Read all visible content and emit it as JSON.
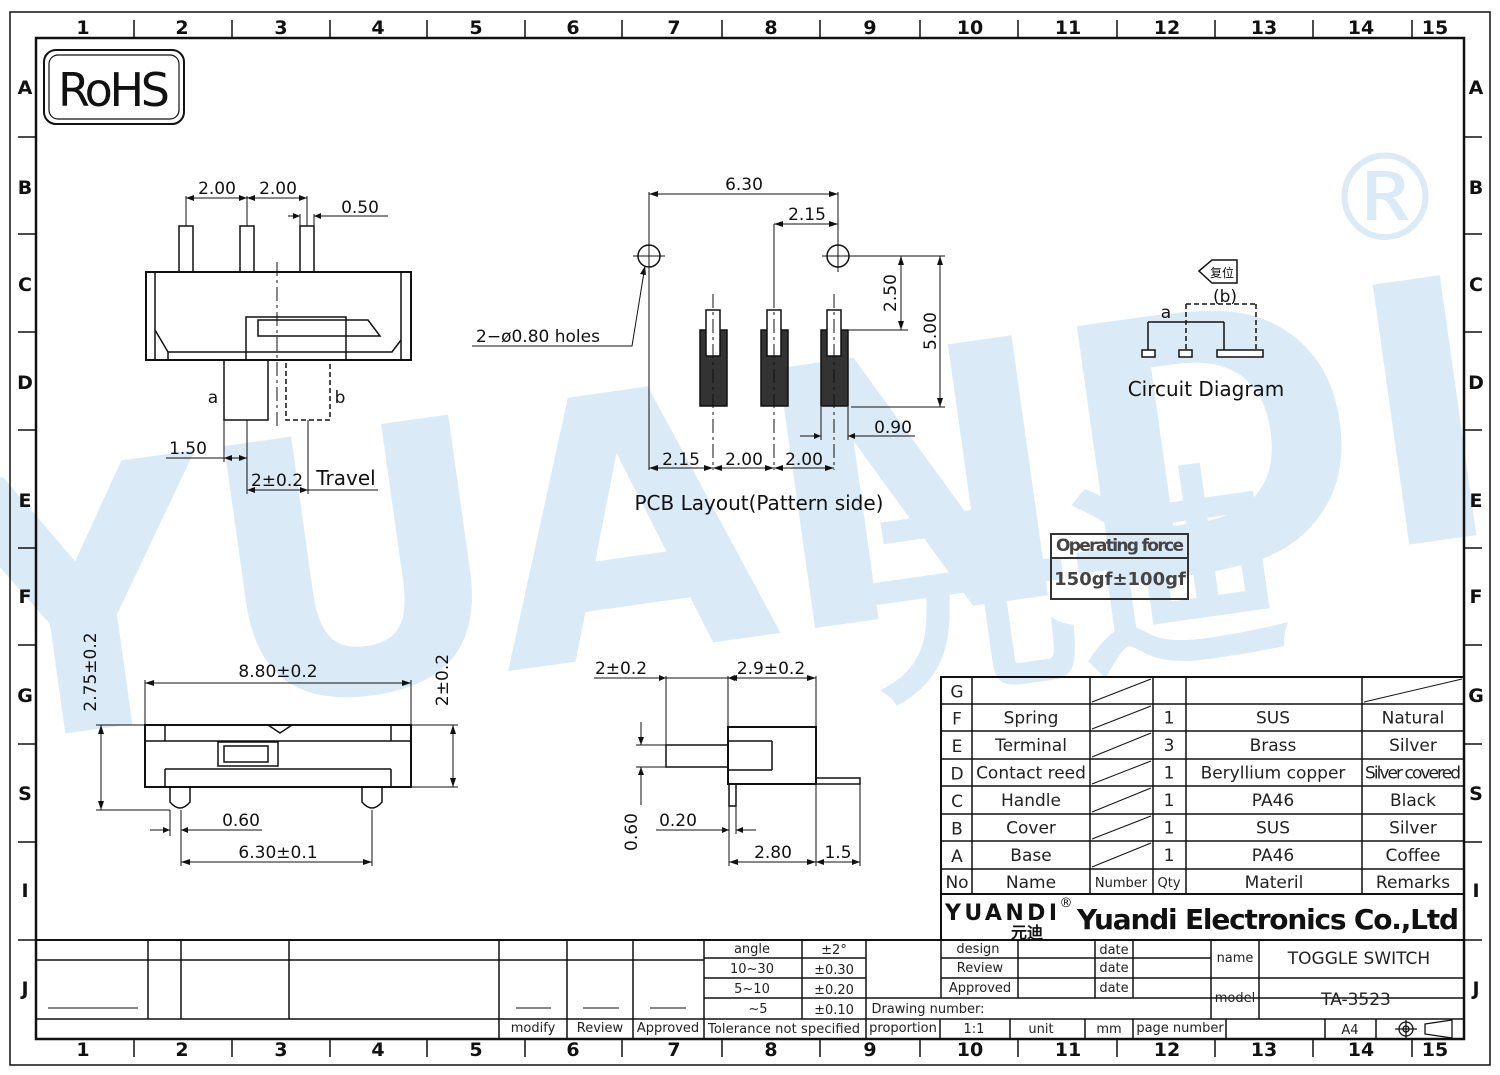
{
  "logo": {
    "rohs": "RoHS",
    "brand": "YUANDI",
    "brand_cn": "元迪",
    "registered": "®"
  },
  "watermark": {
    "text": "YUANDI",
    "text_cn": "元迪"
  },
  "frame": {
    "col_labels": [
      "1",
      "2",
      "3",
      "4",
      "5",
      "6",
      "7",
      "8",
      "9",
      "10",
      "11",
      "12",
      "13",
      "14",
      "15"
    ],
    "row_labels": [
      "A",
      "B",
      "C",
      "D",
      "E",
      "F",
      "G",
      "S",
      "I",
      "J"
    ]
  },
  "top_view": {
    "dim_pitch_1": "2.00",
    "dim_pitch_2": "2.00",
    "dim_pin_w": "0.50",
    "pos_a": "a",
    "pos_b": "b",
    "dim_offset": "1.50",
    "dim_travel": "2±0.2",
    "travel_label": "Travel"
  },
  "pcb": {
    "dim_total": "6.30",
    "dim_hole_off": "2.15",
    "dim_v1": "2.50",
    "dim_v2": "5.00",
    "holes_label": "2−ø0.80  holes",
    "dim_pad_w": "0.90",
    "dim_b1": "2.15",
    "dim_b2": "2.00",
    "dim_b3": "2.00",
    "title": "PCB  Layout(Pattern  side)"
  },
  "circuit": {
    "reset_cn": "复位",
    "pos_b": "(b)",
    "pos_a": "a",
    "title": "Circuit  Diagram"
  },
  "force": {
    "label": "Operating force",
    "value": "150gf±100gf"
  },
  "front_view": {
    "dim_height": "2.75±0.2",
    "dim_width": "8.80±0.2",
    "dim_side": "2±0.2",
    "dim_leg": "0.60",
    "dim_pitch": "6.30±0.1"
  },
  "side_view": {
    "dim_a": "2±0.2",
    "dim_b": "2.9±0.2",
    "dim_v": "0.60",
    "dim_t": "0.20",
    "dim_c": "2.80",
    "dim_d": "1.5"
  },
  "bom": {
    "rows": [
      {
        "no": "G",
        "name": "",
        "number": "",
        "qty": "",
        "material": "",
        "remarks": ""
      },
      {
        "no": "F",
        "name": "Spring",
        "number": "",
        "qty": "1",
        "material": "SUS",
        "remarks": "Natural"
      },
      {
        "no": "E",
        "name": "Terminal",
        "number": "",
        "qty": "3",
        "material": "Brass",
        "remarks": "Silver"
      },
      {
        "no": "D",
        "name": "Contact reed",
        "number": "",
        "qty": "1",
        "material": "Beryllium copper",
        "remarks": "Silver covered"
      },
      {
        "no": "C",
        "name": "Handle",
        "number": "",
        "qty": "1",
        "material": "PA46",
        "remarks": "Black"
      },
      {
        "no": "B",
        "name": "Cover",
        "number": "",
        "qty": "1",
        "material": "SUS",
        "remarks": "Silver"
      },
      {
        "no": "A",
        "name": "Base",
        "number": "",
        "qty": "1",
        "material": "PA46",
        "remarks": "Coffee"
      }
    ],
    "headers": {
      "no": "No",
      "name": "Name",
      "number": "Number",
      "qty": "Qty",
      "material": "Materil",
      "remarks": "Remarks"
    }
  },
  "company": {
    "name": "Yuandi Electronics Co.,Ltd"
  },
  "title_block": {
    "design": "design",
    "review": "Review",
    "approved": "Approved",
    "date1": "date",
    "date2": "date",
    "date3": "date",
    "name_label": "name",
    "name_value": "TOGGLE SWITCH",
    "model_label": "model",
    "model_value": "TA-3523",
    "drawing_number_label": "Drawing number:",
    "proportion_label": "proportion",
    "proportion_value": "1:1",
    "unit_label": "unit",
    "unit_value": "mm",
    "page_number_label": "page number",
    "sheet_size": "A4"
  },
  "tolerance": {
    "angle_label": "angle",
    "angle_value": "±2°",
    "r1_label": "10~30",
    "r1_value": "±0.30",
    "r2_label": "5~10",
    "r2_value": "±0.20",
    "r3_label": "~5",
    "r3_value": "±0.10",
    "footer": "Tolerance not specified"
  },
  "revision": {
    "modify": "modify",
    "review": "Review",
    "approved": "Approved"
  }
}
